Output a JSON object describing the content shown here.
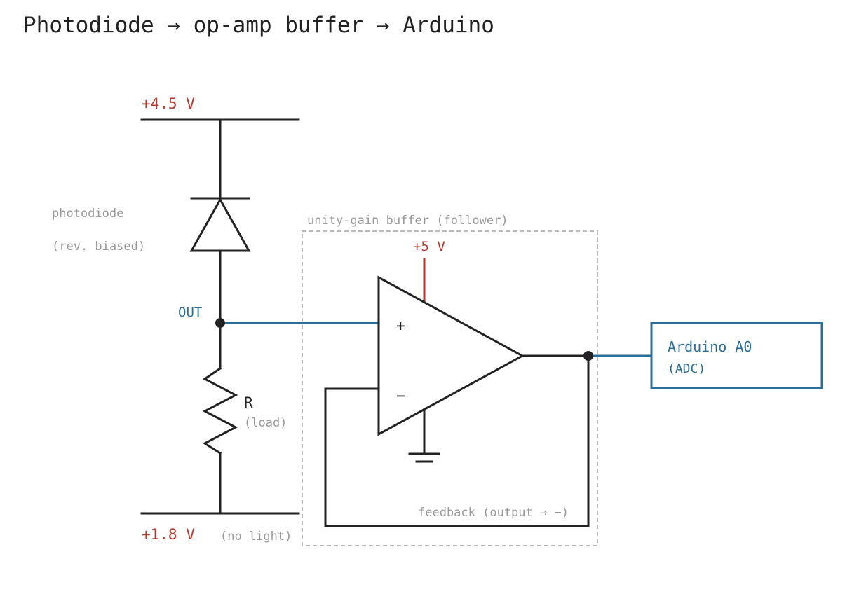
{
  "title": "Photodiode → op-amp buffer → Arduino",
  "colors": {
    "wire": "#222222",
    "signal": "#2a6f97",
    "supply": "#b03a2e",
    "note": "#999999",
    "box": "#bbbbbb"
  },
  "top_rail": {
    "label": "+4.5 V"
  },
  "bottom_rail": {
    "label": "+1.8 V",
    "note": "(no light)"
  },
  "photodiode": {
    "label": "photodiode",
    "sublabel": "(rev. biased)"
  },
  "node_out": {
    "label": "OUT"
  },
  "resistor": {
    "label": "R",
    "sublabel": "(load)"
  },
  "buffer_box": {
    "label": "unity-gain buffer (follower)"
  },
  "opamp": {
    "supply_label": "+5 V",
    "plus": "+",
    "minus": "−"
  },
  "feedback": {
    "label": "feedback (output → −)"
  },
  "arduino": {
    "label": "Arduino A0",
    "sublabel": "(ADC)"
  }
}
